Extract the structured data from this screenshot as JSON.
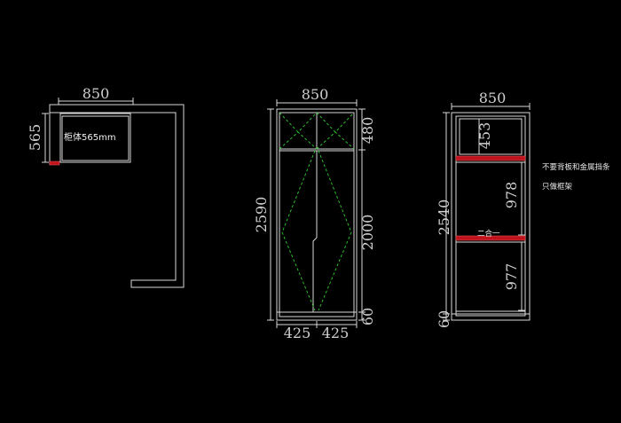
{
  "colors": {
    "background": "#000000",
    "line": "#d9d9d9",
    "hidden_line": "#2fd02f",
    "rail": "#c0121c"
  },
  "plan_view": {
    "width_dim": "850",
    "depth_dim": "565",
    "label": "柜体565mm"
  },
  "elevation_doors": {
    "width_dim": "850",
    "top_dim": "480",
    "door_dim": "2000",
    "total_dim": "2590",
    "base_dim": "60",
    "left_door_dim": "425",
    "right_door_dim": "425"
  },
  "elevation_frame": {
    "width_dim": "850",
    "top_dim": "453",
    "mid_dim": "978",
    "low_dim": "977",
    "total_dim": "2540",
    "base_dim": "60",
    "marker": "二合一",
    "note_line1": "不要背板和金属挡条",
    "note_line2": "只做框架"
  }
}
